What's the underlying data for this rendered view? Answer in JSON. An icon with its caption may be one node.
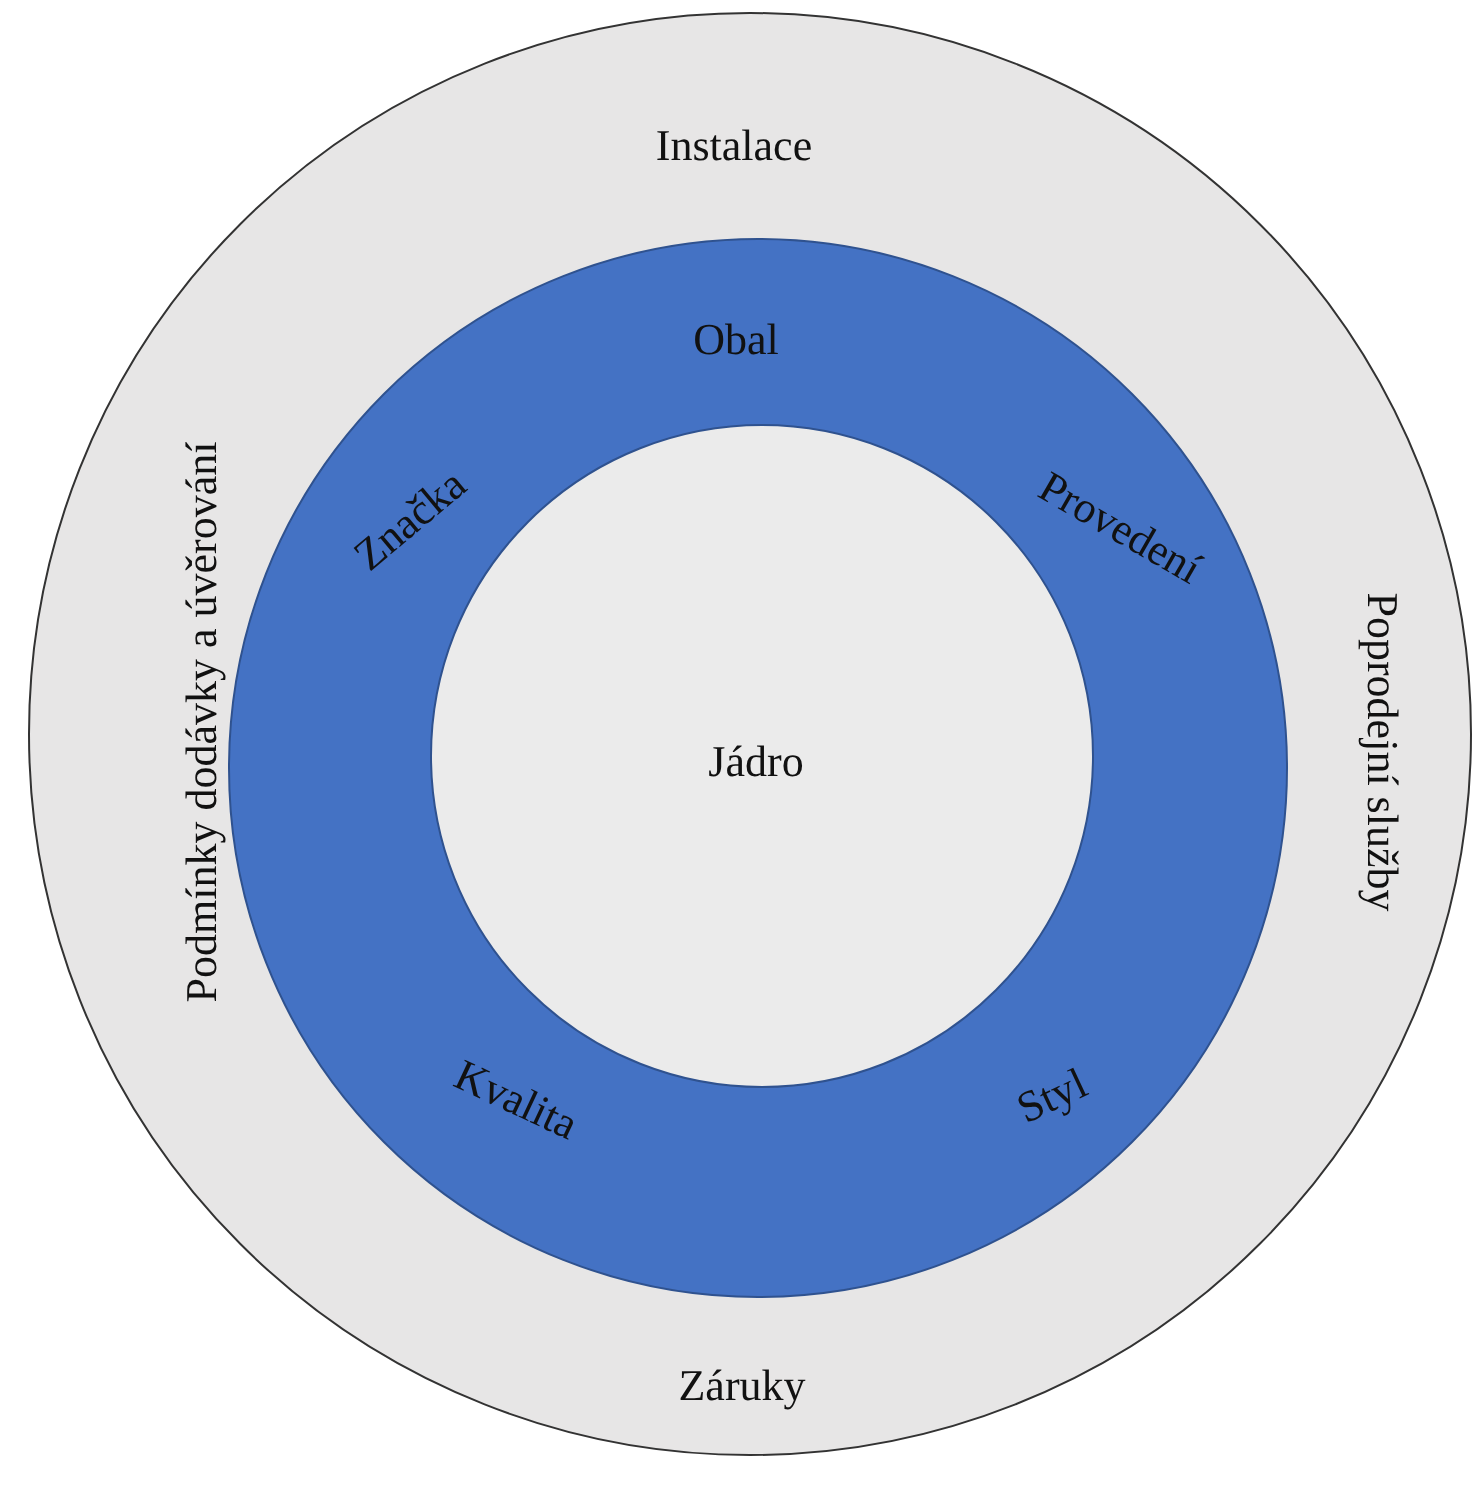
{
  "diagram": {
    "nodes": [
      {
        "text": [
          "Instalace",
          "Podmínky dodávky a úvěrování",
          "Poprodejní služby",
          "Záruky"
        ]
      },
      {
        "text": [
          "Obal",
          "Značka",
          "Provedení",
          "Kvalita",
          "Styl"
        ],
        "in": 0
      },
      {
        "text": [
          "Jádro"
        ],
        "in": 1
      }
    ]
  }
}
